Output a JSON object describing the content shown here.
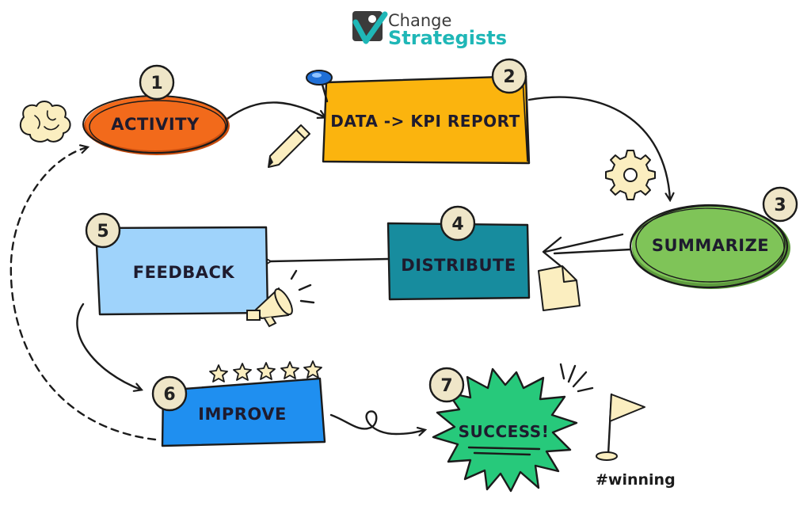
{
  "logo": {
    "top": "Change",
    "bottom": "Strategists"
  },
  "steps": [
    {
      "number": "1",
      "label": "ACTIVITY",
      "color": "#f26a1b"
    },
    {
      "number": "2",
      "label": "DATA -> KPI REPORT",
      "color": "#fbb40e"
    },
    {
      "number": "3",
      "label": "SUMMARIZE",
      "color": "#7fc458"
    },
    {
      "number": "4",
      "label": "DISTRIBUTE",
      "color": "#178c9e"
    },
    {
      "number": "5",
      "label": "FEEDBACK",
      "color": "#9fd3fb"
    },
    {
      "number": "6",
      "label": "IMPROVE",
      "color": "#1f8ff0"
    },
    {
      "number": "7",
      "label": "SUCCESS!",
      "color": "#27c97b"
    }
  ],
  "hashtag": "#winning",
  "icons": [
    "brain-icon",
    "pencil-icon",
    "pushpin-icon",
    "gear-icon",
    "document-icon",
    "megaphone-icon",
    "stars-icon",
    "flag-icon"
  ],
  "colors": {
    "ink": "#1b1b1b",
    "badge": "#efe6c8",
    "brand_teal": "#1fb7b7"
  }
}
